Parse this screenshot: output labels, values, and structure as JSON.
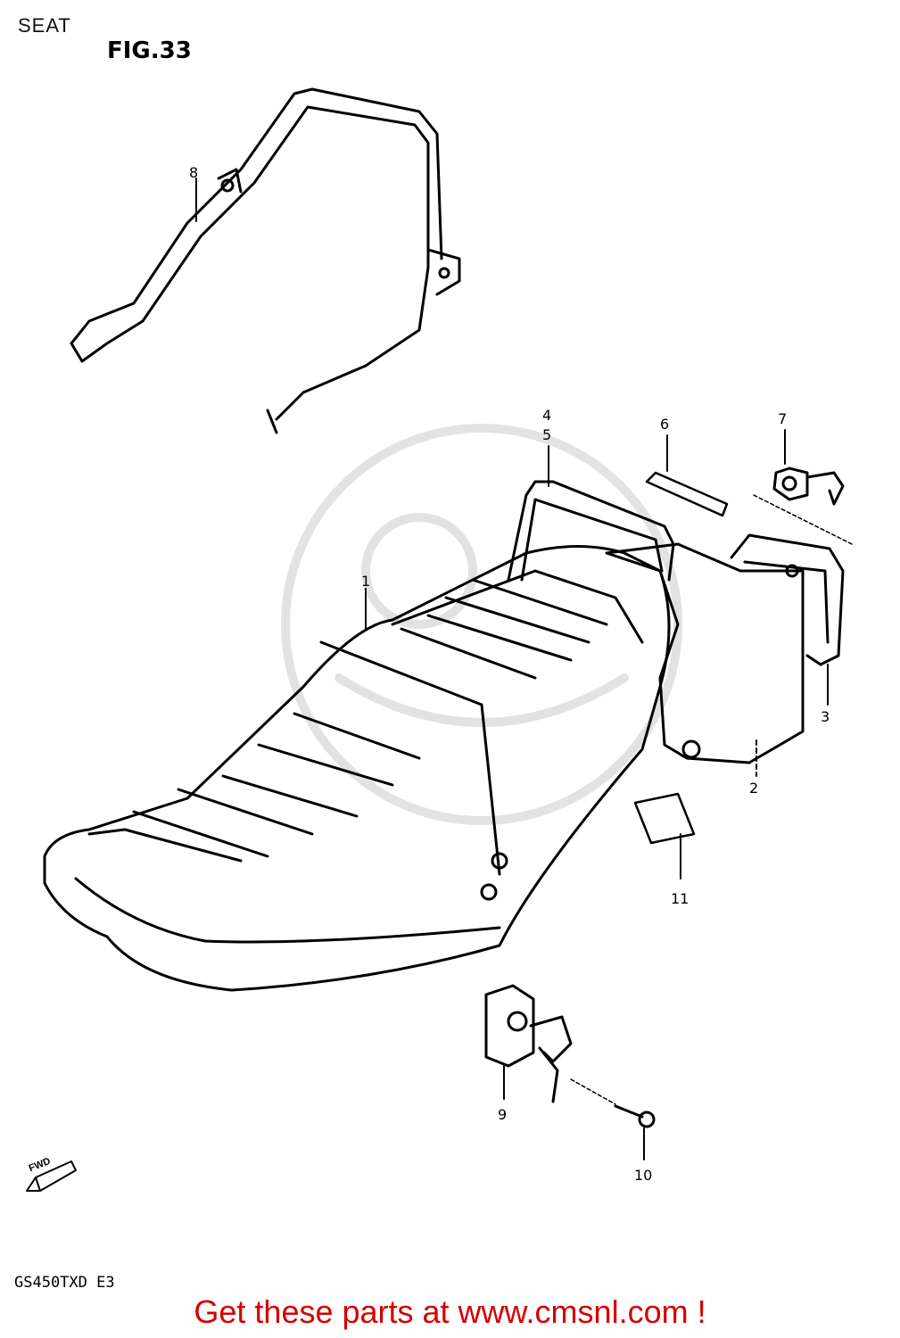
{
  "header": {
    "page_title": "SEAT"
  },
  "figure": {
    "label": "FIG.33",
    "model_code": "GS450TXD  E3",
    "direction_label": "FWD"
  },
  "callouts": [
    "1",
    "2",
    "3",
    "4",
    "5",
    "6",
    "7",
    "8",
    "9",
    "10",
    "11"
  ],
  "footer": {
    "text": "Get these parts at www.cmsnl.com !",
    "color": "#d40000"
  }
}
